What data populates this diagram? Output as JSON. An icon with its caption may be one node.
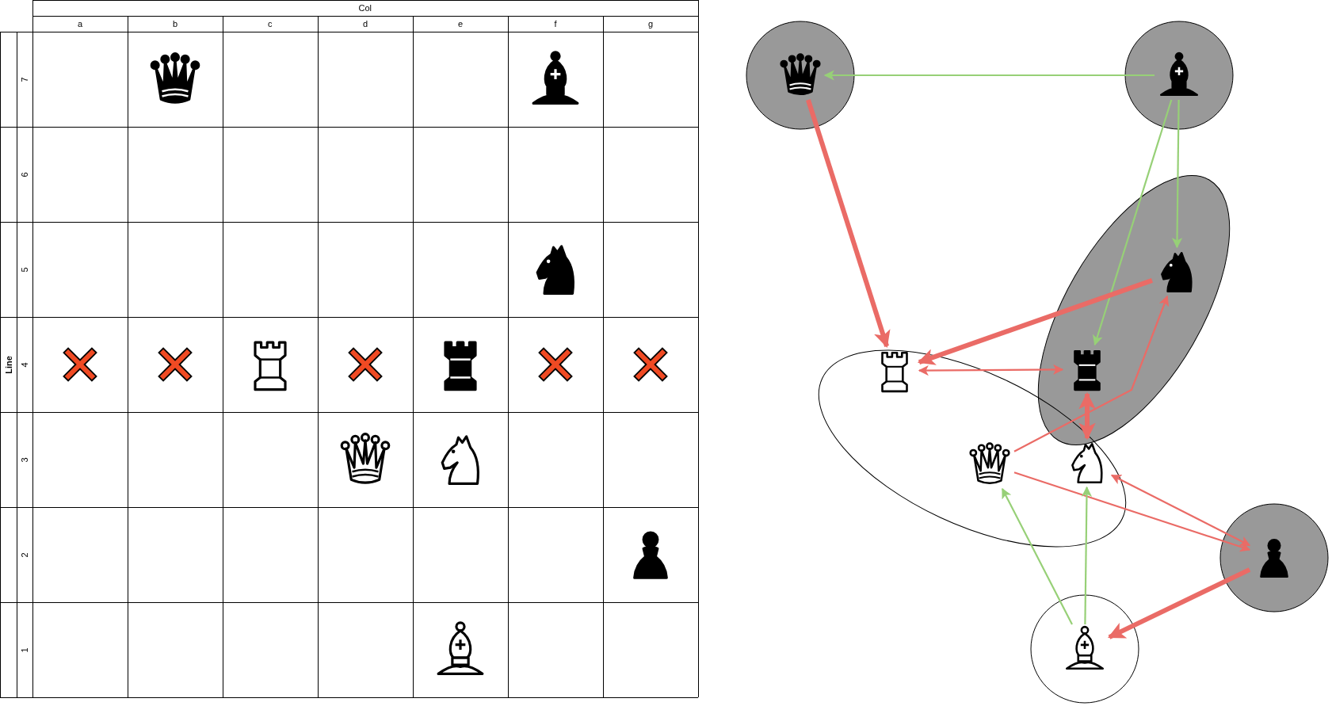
{
  "diagram": {
    "nodes": [
      {
        "text": [],
        "shape": "circle"
      },
      {
        "text": [],
        "shape": "picture",
        "in": 0
      },
      {
        "text": [],
        "shape": "circle"
      },
      {
        "text": [],
        "shape": "picture",
        "in": 2
      },
      {
        "text": [],
        "shape": "ellipse"
      },
      {
        "text": [],
        "shape": "picture",
        "in": 4
      },
      {
        "text": [],
        "shape": "picture",
        "in": 4
      },
      {
        "text": [],
        "shape": "ellipse"
      },
      {
        "text": [],
        "shape": "picture",
        "in": 7
      },
      {
        "text": [],
        "shape": "picture",
        "in": 7
      },
      {
        "text": [],
        "shape": "picture",
        "in": 7
      },
      {
        "text": [],
        "shape": "circle"
      },
      {
        "text": [],
        "shape": "picture",
        "in": 11
      },
      {
        "text": [],
        "shape": "circle"
      },
      {
        "text": [],
        "shape": "picture",
        "in": 13
      }
    ],
    "edges": [
      {
        "from": 3,
        "to": 1,
        "arrow": "to",
        "color": "#97d077"
      },
      {
        "from": 3,
        "to": 5,
        "arrow": "to",
        "color": "#97d077"
      },
      {
        "from": 3,
        "to": 6,
        "arrow": "to",
        "color": "#97d077"
      },
      {
        "from": 1,
        "to": 8,
        "arrow": "to",
        "style": "thick"
      },
      {
        "from": 5,
        "to": 8,
        "arrow": "to",
        "style": "thick"
      },
      {
        "from": 8,
        "to": 6,
        "arrow": "both"
      },
      {
        "from": 9,
        "to": 5,
        "arrow": "to"
      },
      {
        "from": 6,
        "to": 10,
        "arrow": "both",
        "style": "thick"
      },
      {
        "from": 9,
        "to": 12,
        "arrow": "to"
      },
      {
        "from": 12,
        "to": 10,
        "arrow": "both"
      },
      {
        "from": 14,
        "to": 9,
        "arrow": "to",
        "color": "#97d077"
      },
      {
        "from": 14,
        "to": 10,
        "arrow": "to",
        "color": "#97d077"
      },
      {
        "from": 12,
        "to": 14,
        "arrow": "to",
        "style": "thick"
      }
    ],
    "labels": [
      "Col",
      "a",
      "b",
      "c",
      "d",
      "e",
      "f",
      "g",
      "Line",
      "7",
      "6",
      "5",
      "4",
      "3",
      "2",
      "1"
    ]
  }
}
